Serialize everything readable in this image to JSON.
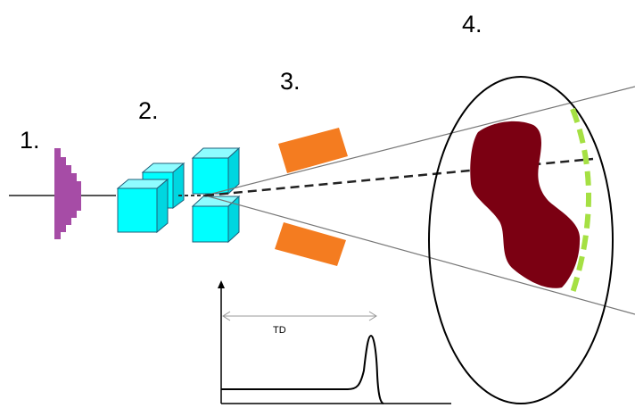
{
  "labels": {
    "step1": "1.",
    "step2": "2.",
    "step3": "3.",
    "step4": "4.",
    "td": "TD"
  },
  "colors": {
    "pulse": "#a64ca6",
    "cubes": "#00ffff",
    "cube_edge": "#1f5f7a",
    "deflector_plates": "#f47c20",
    "target": "#7b0012",
    "arc": "#a5e043",
    "outline": "#000000",
    "beam_line": "#777777"
  }
}
